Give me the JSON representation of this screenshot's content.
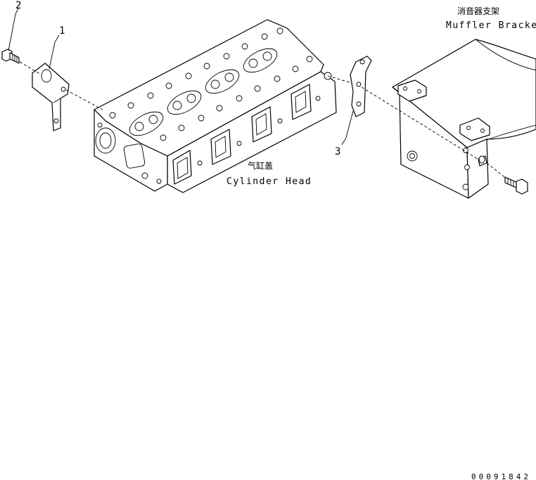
{
  "callouts": {
    "part1": "1",
    "part2": "2",
    "part3": "3"
  },
  "cylinder_head": {
    "name_cn": "气缸盖",
    "name_en": "Cylinder Head"
  },
  "muffler_bracket": {
    "name_cn": "消音器支架",
    "name_en": "Muffler Bracket"
  },
  "document_number": "00091842"
}
